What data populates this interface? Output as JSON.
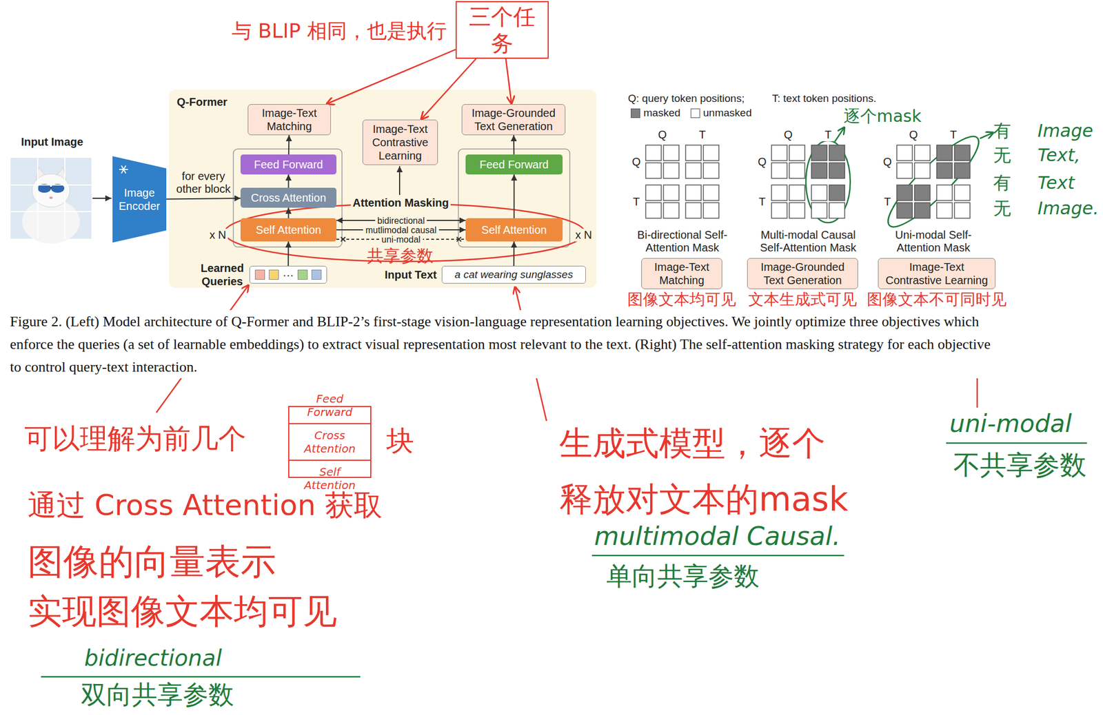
{
  "diagram": {
    "caption": "Figure 2. (Left) Model architecture of Q-Former and BLIP-2’s first-stage vision-language representation learning objectives. We jointly optimize three objectives which enforce the queries (a set of learnable embeddings) to extract visual representation most relevant to the text. (Right) The self-attention masking strategy for each objective to control query-text interaction.",
    "nodes": [
      {
        "text": [
          "三个任务"
        ]
      },
      {
        "text": [
          "Image Encoder"
        ]
      },
      {
        "text": [
          "Q-Former"
        ]
      },
      {
        "text": [
          "Image-Text Matching"
        ],
        "in": 2
      },
      {
        "text": [
          "Image-Text Contrastive Learning"
        ],
        "in": 2
      },
      {
        "text": [
          "Image-Grounded Text Generation"
        ],
        "in": 2
      },
      {
        "text": [
          "Feed Forward"
        ],
        "in": 2
      },
      {
        "text": [
          "Cross Attention"
        ],
        "in": 2
      },
      {
        "text": [
          "Self Attention"
        ],
        "in": 2
      },
      {
        "text": [
          "Feed Forward"
        ],
        "in": 2
      },
      {
        "text": [
          "Self Attention"
        ],
        "in": 2
      },
      {
        "text": [
          "Learned Queries",
          "···"
        ],
        "in": 2
      },
      {
        "text": [
          "Input Text",
          "a cat wearing sunglasses"
        ],
        "in": 2
      },
      {
        "text": [
          "Image-Text Matching"
        ]
      },
      {
        "text": [
          "Image-Grounded Text Generation"
        ]
      },
      {
        "text": [
          "Image-Text Contrastive Learning"
        ]
      },
      {
        "text": [
          "Feed Forward",
          "Cross Attention",
          "Self Attention"
        ]
      }
    ],
    "edges": [
      {
        "from": 0,
        "to": 3,
        "arrow": "to"
      },
      {
        "from": 0,
        "to": 4,
        "arrow": "to"
      },
      {
        "from": 0,
        "to": 5,
        "arrow": "to"
      },
      {
        "from": 1,
        "to": 7,
        "arrow": "to",
        "label": "for every other block"
      },
      {
        "from": 8,
        "to": 7,
        "arrow": "to"
      },
      {
        "from": 7,
        "to": 6,
        "arrow": "to"
      },
      {
        "from": 6,
        "to": 3,
        "arrow": "to"
      },
      {
        "from": 10,
        "to": 9,
        "arrow": "to"
      },
      {
        "from": 9,
        "to": 5,
        "arrow": "to"
      },
      {
        "from": 8,
        "to": 10,
        "arrow": "both",
        "label": "bidirectional"
      },
      {
        "from": 8,
        "to": 10,
        "arrow": "to",
        "label": "mutlimodal causal"
      },
      {
        "from": 8,
        "to": 10,
        "arrow": "none",
        "label": "uni-modal"
      },
      {
        "from": 11,
        "to": 8,
        "arrow": "to"
      },
      {
        "from": 12,
        "to": 10,
        "arrow": "to"
      }
    ],
    "labels": [
      "与 BLIP 相同，也是执行",
      "Input Image",
      "x N",
      "x N",
      "Attention Masking",
      "共享参数",
      "Q: query token positions;",
      "T: text token positions.",
      "Q",
      "T",
      "Q",
      "T",
      "Q",
      "T",
      "Q",
      "T",
      "Q",
      "T",
      "Q",
      "T",
      "Bi-directional Self-Attention Mask",
      "Multi-modal Causal Self-Attention Mask",
      "Uni-modal Self-Attention Mask",
      "逐个mask",
      "有",
      "Image",
      "无",
      "Text,",
      "有",
      "Text",
      "无",
      "Image.",
      "图像文本均可见",
      "文本生成式可见",
      "图像文本不可同时见",
      "可以理解为前几个",
      "块",
      "通过 Cross Attention 获取",
      "图像的向量表示",
      "实现图像文本均可见",
      "bidirectional",
      "双向共享参数",
      "生成式模型，逐个",
      "释放对文本的mask",
      "multimodal Causal.",
      "单向共享参数",
      "uni-modal",
      "不共享参数"
    ],
    "legend": [
      {
        "text": "masked",
        "color": "#808080"
      },
      {
        "text": "unmasked",
        "color": "#ffffff"
      }
    ]
  }
}
